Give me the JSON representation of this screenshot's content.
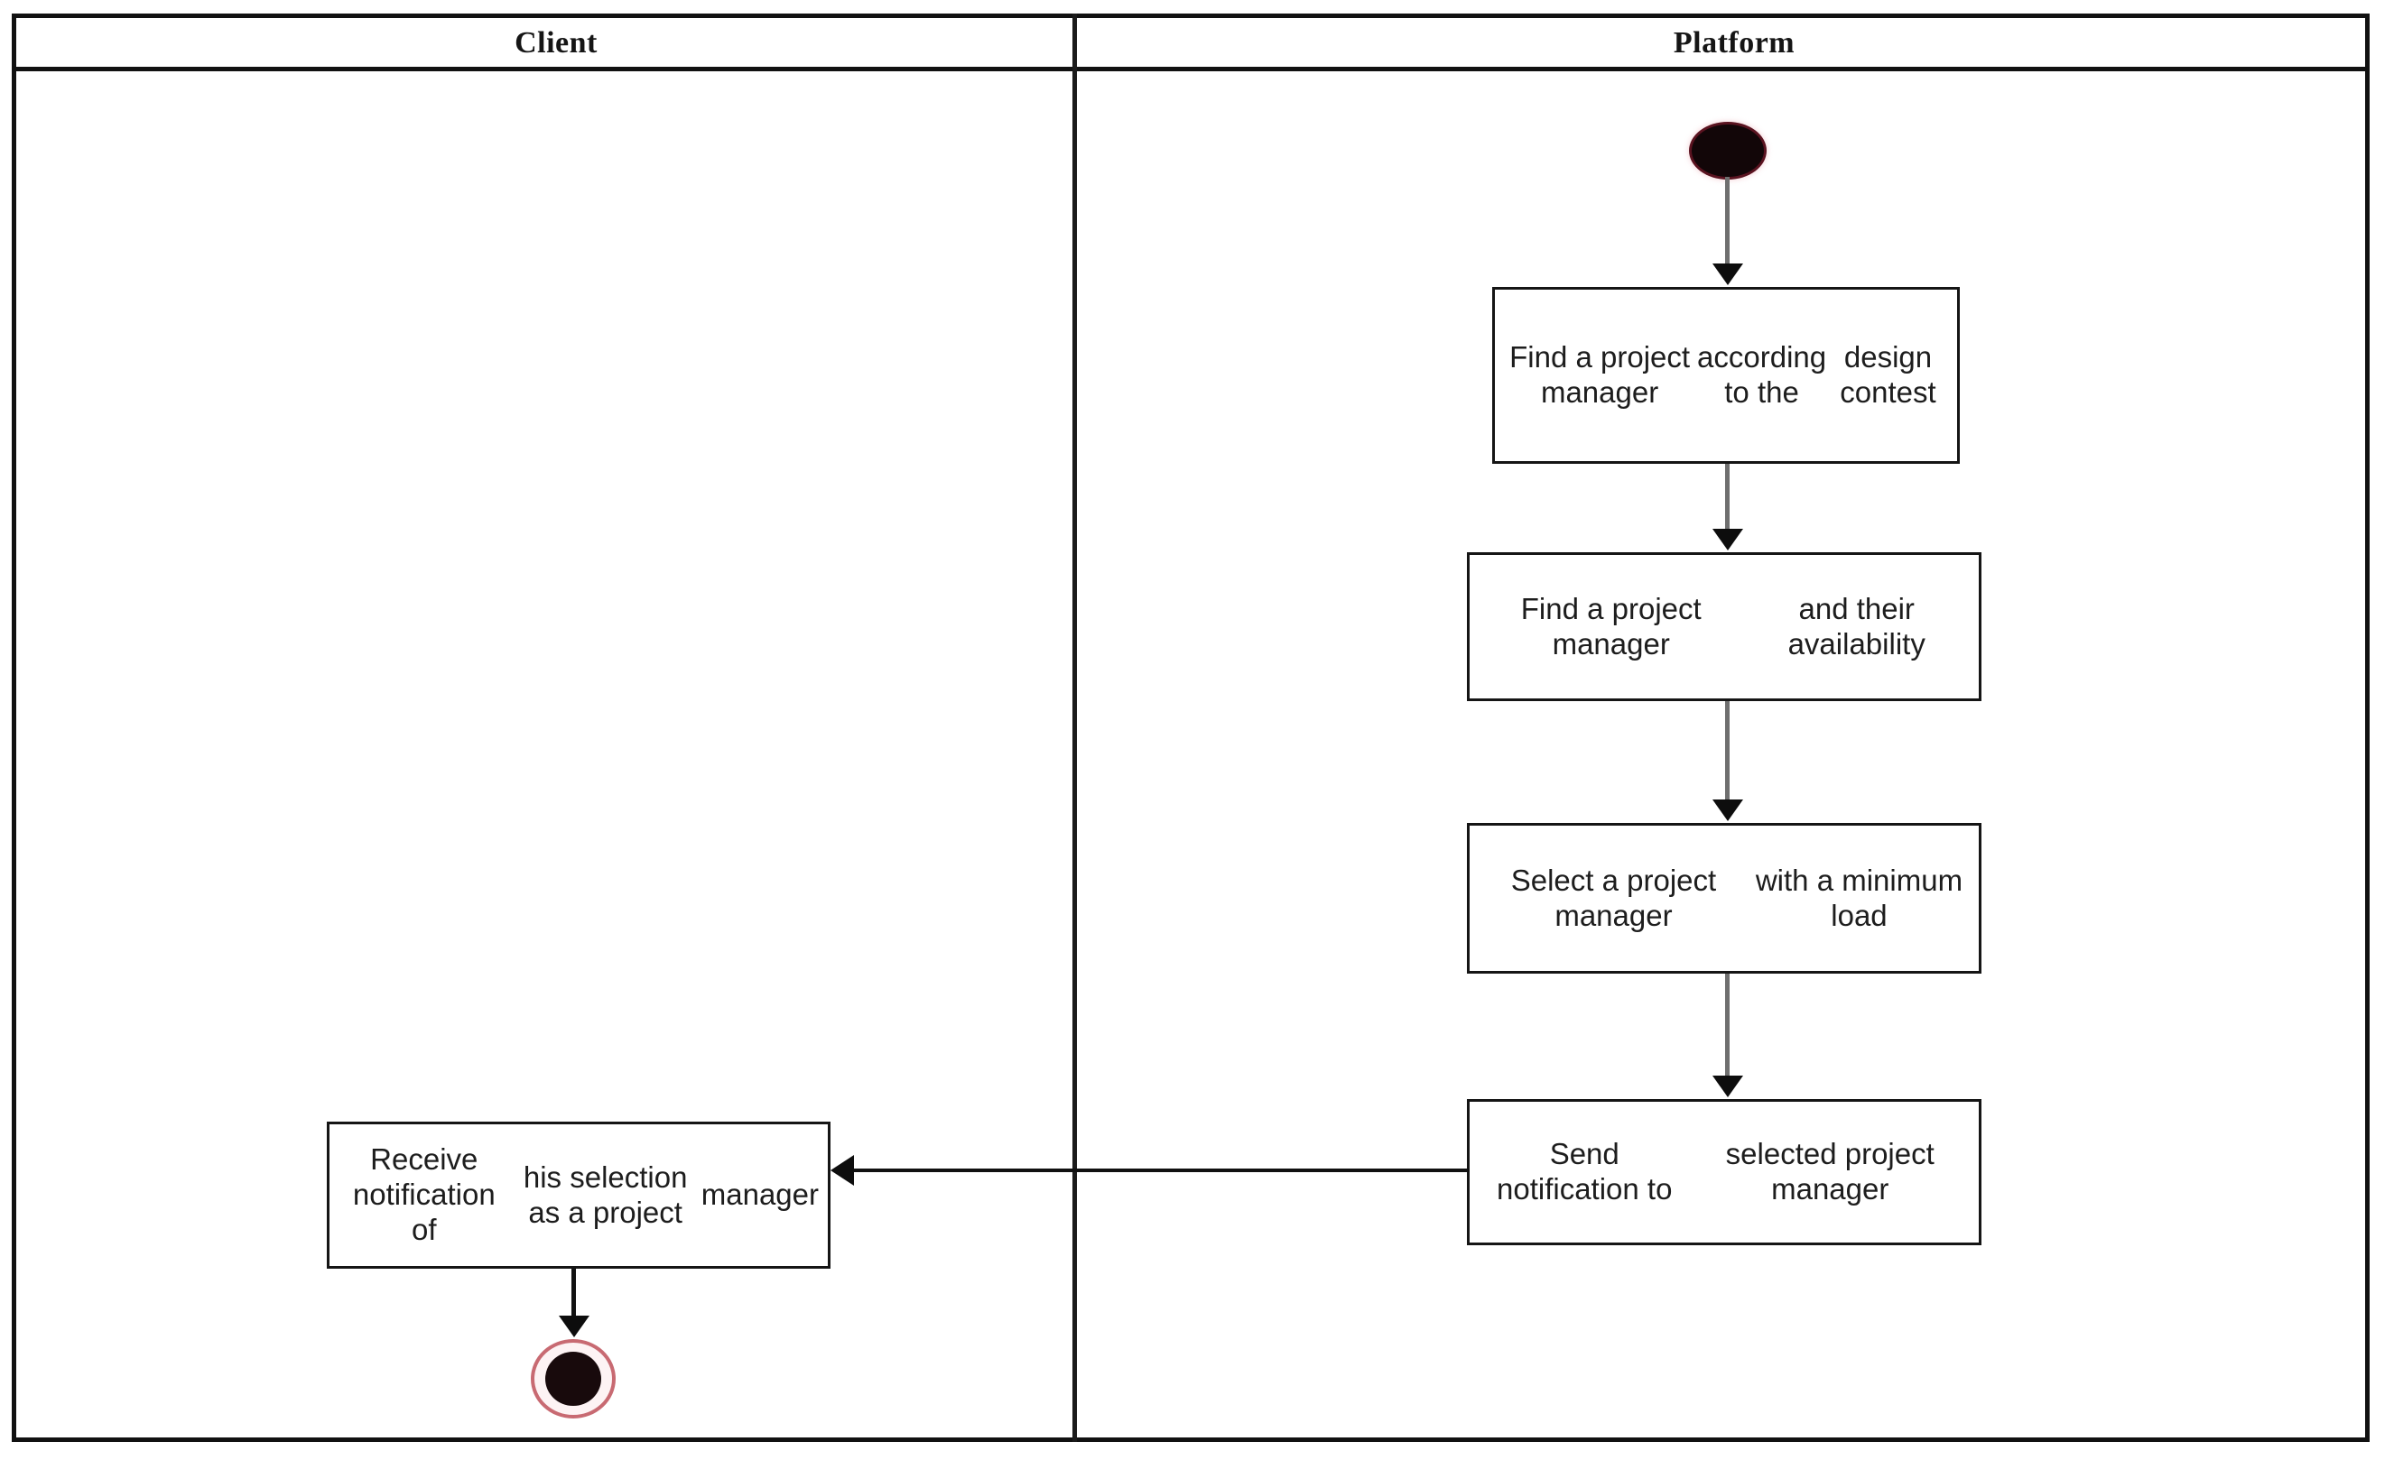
{
  "diagram": {
    "type": "uml-activity-diagram",
    "lanes": [
      {
        "id": "client",
        "title": "Client"
      },
      {
        "id": "platform",
        "title": "Platform"
      }
    ],
    "nodes": {
      "start": {
        "kind": "initial-node",
        "lane": "platform",
        "label": ""
      },
      "end": {
        "kind": "final-node",
        "lane": "client",
        "label": ""
      },
      "activities": [
        {
          "id": "find-contest",
          "lane": "platform",
          "lines": [
            "Find a project manager",
            "according to the",
            "design contest"
          ],
          "text": "Find a project manager according to the design contest"
        },
        {
          "id": "find-availability",
          "lane": "platform",
          "lines": [
            "Find a project manager",
            "and their availability"
          ],
          "text": "Find a project manager and their availability"
        },
        {
          "id": "select-minload",
          "lane": "platform",
          "lines": [
            "Select a project manager",
            "with a minimum load"
          ],
          "text": "Select a project manager with a minimum load"
        },
        {
          "id": "send-notification",
          "lane": "platform",
          "lines": [
            "Send notification to",
            "selected project manager"
          ],
          "text": "Send notification to selected project manager"
        },
        {
          "id": "receive-notification",
          "lane": "client",
          "lines": [
            "Receive notification of",
            "his selection as a project",
            "manager"
          ],
          "text": "Receive notification of his selection as a project manager"
        }
      ]
    },
    "transitions": [
      {
        "from": "start",
        "to": "find-contest",
        "direction": "down",
        "label": ""
      },
      {
        "from": "find-contest",
        "to": "find-availability",
        "direction": "down",
        "label": ""
      },
      {
        "from": "find-availability",
        "to": "select-minload",
        "direction": "down",
        "label": ""
      },
      {
        "from": "select-minload",
        "to": "send-notification",
        "direction": "down",
        "label": ""
      },
      {
        "from": "send-notification",
        "to": "receive-notification",
        "direction": "left",
        "label": ""
      },
      {
        "from": "receive-notification",
        "to": "end",
        "direction": "down",
        "label": ""
      }
    ]
  },
  "colors": {
    "border": "#151515",
    "lane_divider": "#1b1b1b",
    "connector": "#6f6f6f",
    "arrowhead": "#0d0d0d",
    "node_fill": "#120608",
    "final_ring": "#c86a72",
    "background": "#ffffff",
    "text": "#1d1d1d"
  }
}
